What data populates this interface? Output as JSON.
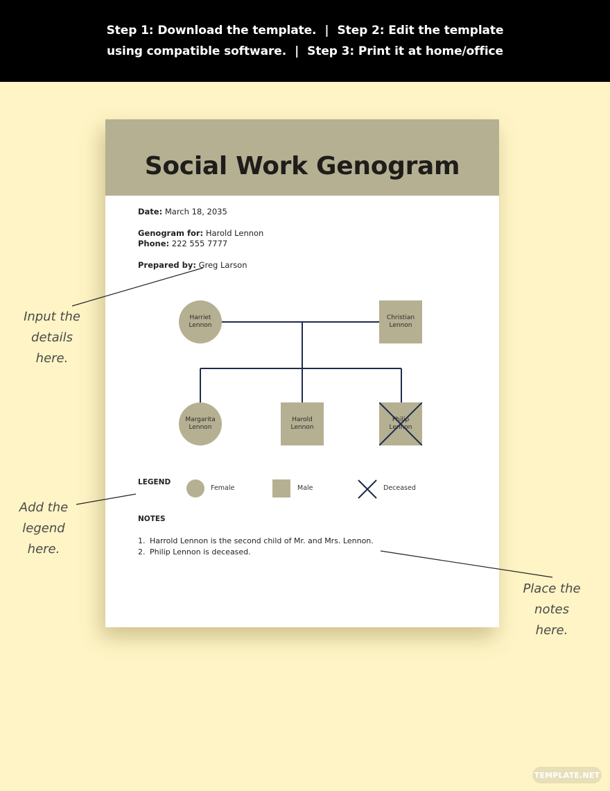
{
  "banner": {
    "line1_a": "Step 1: Download the template.",
    "line1_b": "Step 2: Edit the template",
    "line2_a": "using compatible software.",
    "line2_b": "Step 3: Print it at home/office",
    "separator": "|"
  },
  "document": {
    "title": "Social Work Genogram",
    "date_label": "Date:",
    "date_value": "March 18, 2035",
    "genogram_for_label": "Genogram for:",
    "genogram_for_value": "Harold Lennon",
    "phone_label": "Phone:",
    "phone_value": "222 555 7777",
    "prepared_by_label": "Prepared by:",
    "prepared_by_value": "Greg Larson"
  },
  "genogram": {
    "nodes": [
      {
        "first": "Harriet",
        "last": "Lennon",
        "sex": "female",
        "deceased": false
      },
      {
        "first": "Christian",
        "last": "Lennon",
        "sex": "male",
        "deceased": false
      },
      {
        "first": "Margarita",
        "last": "Lennon",
        "sex": "female",
        "deceased": false
      },
      {
        "first": "Harold",
        "last": "Lennon",
        "sex": "male",
        "deceased": false
      },
      {
        "first": "Philip",
        "last": "Lennon",
        "sex": "male",
        "deceased": true
      }
    ],
    "line_color": "#1f2a4a",
    "node_color": "#b5b092"
  },
  "legend": {
    "title": "LEGEND",
    "female": "Female",
    "male": "Male",
    "deceased": "Deceased"
  },
  "notes": {
    "title": "NOTES",
    "items": [
      {
        "num": "1.",
        "text": "Harrold Lennon is the second child of Mr. and Mrs. Lennon."
      },
      {
        "num": "2.",
        "text": "Philip Lennon is deceased."
      }
    ]
  },
  "annotations": {
    "details": [
      "Input the",
      "details",
      "here."
    ],
    "legend": [
      "Add the",
      "legend",
      "here."
    ],
    "notes": [
      "Place the",
      "notes",
      "here."
    ]
  },
  "watermark": "TEMPLATE.NET",
  "colors": {
    "background": "#fef4c5",
    "header": "#b5b092",
    "banner": "#000000"
  }
}
